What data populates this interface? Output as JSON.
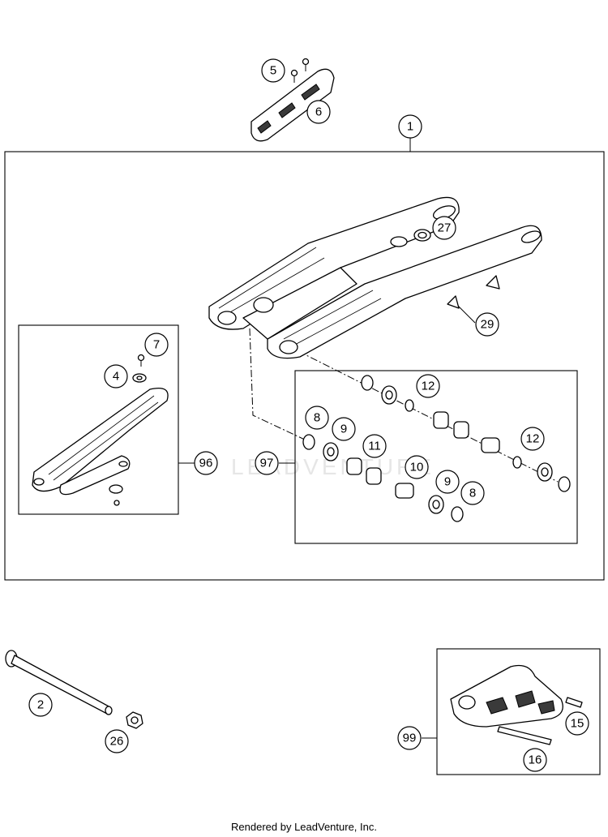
{
  "watermark": "LEADVENTURE",
  "footer": "Rendered by LeadVenture, Inc.",
  "callouts": {
    "c1": "1",
    "c2": "2",
    "c4": "4",
    "c5": "5",
    "c6": "6",
    "c7": "7",
    "c8a": "8",
    "c8b": "8",
    "c9a": "9",
    "c9b": "9",
    "c10": "10",
    "c11": "11",
    "c12a": "12",
    "c12b": "12",
    "c15": "15",
    "c16": "16",
    "c26": "26",
    "c27": "27",
    "c29": "29",
    "c96": "96",
    "c97": "97",
    "c99": "99"
  }
}
